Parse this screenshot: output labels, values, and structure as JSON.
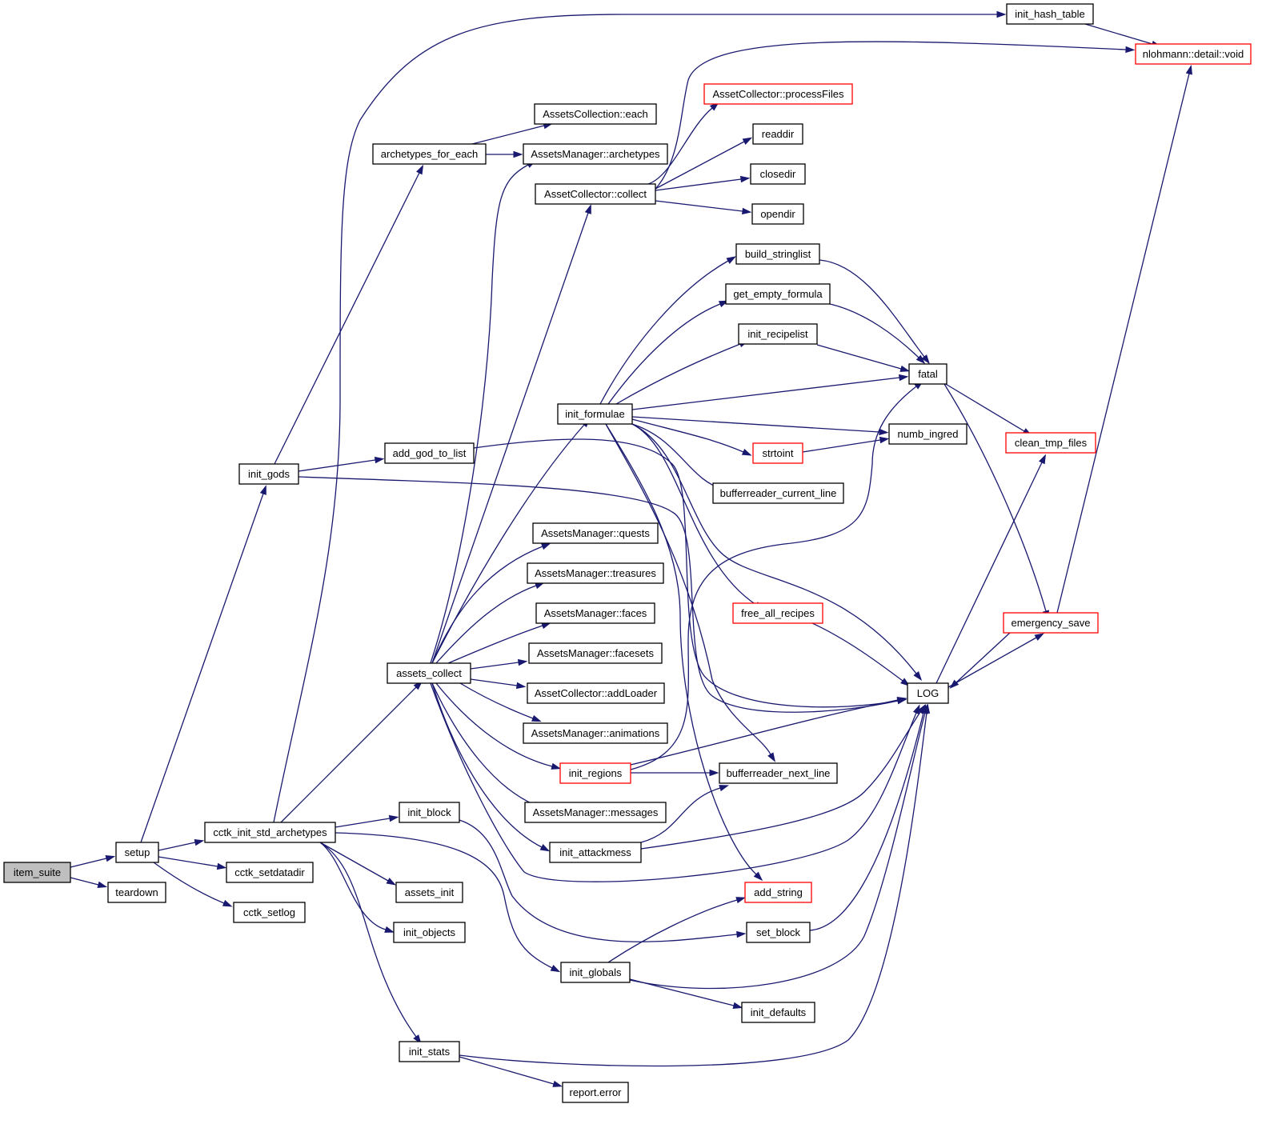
{
  "diagram": {
    "colors": {
      "edge": "#191970",
      "node_border": "#000000",
      "truncated_node_border": "#ff0000",
      "selected_node_fill": "#bfbfbf",
      "node_fill": "#ffffff"
    },
    "nodes": [
      {
        "id": "item_suite",
        "label": "item_suite",
        "selected": true
      },
      {
        "id": "setup",
        "label": "setup"
      },
      {
        "id": "teardown",
        "label": "teardown"
      },
      {
        "id": "cctk_init_std_archetypes",
        "label": "cctk_init_std_archetypes"
      },
      {
        "id": "cctk_setdatadir",
        "label": "cctk_setdatadir"
      },
      {
        "id": "cctk_setlog",
        "label": "cctk_setlog"
      },
      {
        "id": "init_gods",
        "label": "init_gods"
      },
      {
        "id": "archetypes_for_each",
        "label": "archetypes_for_each"
      },
      {
        "id": "add_god_to_list",
        "label": "add_god_to_list"
      },
      {
        "id": "assets_collect",
        "label": "assets_collect"
      },
      {
        "id": "init_block",
        "label": "init_block"
      },
      {
        "id": "assets_init",
        "label": "assets_init"
      },
      {
        "id": "init_objects",
        "label": "init_objects"
      },
      {
        "id": "init_stats",
        "label": "init_stats"
      },
      {
        "id": "AssetsCollection_each",
        "label": "AssetsCollection::each"
      },
      {
        "id": "AssetsManager_archetypes",
        "label": "AssetsManager::archetypes"
      },
      {
        "id": "AssetCollector_collect",
        "label": "AssetCollector::collect"
      },
      {
        "id": "init_formulae",
        "label": "init_formulae"
      },
      {
        "id": "AssetsManager_quests",
        "label": "AssetsManager::quests"
      },
      {
        "id": "AssetsManager_treasures",
        "label": "AssetsManager::treasures"
      },
      {
        "id": "AssetsManager_faces",
        "label": "AssetsManager::faces"
      },
      {
        "id": "AssetsManager_facesets",
        "label": "AssetsManager::facesets"
      },
      {
        "id": "AssetCollector_addLoader",
        "label": "AssetCollector::addLoader"
      },
      {
        "id": "AssetsManager_animations",
        "label": "AssetsManager::animations"
      },
      {
        "id": "init_regions",
        "label": "init_regions",
        "truncated": true
      },
      {
        "id": "AssetsManager_messages",
        "label": "AssetsManager::messages"
      },
      {
        "id": "init_attackmess",
        "label": "init_attackmess"
      },
      {
        "id": "init_globals",
        "label": "init_globals"
      },
      {
        "id": "report_error",
        "label": "report.error"
      },
      {
        "id": "AssetCollector_processFiles",
        "label": "AssetCollector::processFiles",
        "truncated": true
      },
      {
        "id": "readdir",
        "label": "readdir"
      },
      {
        "id": "closedir",
        "label": "closedir"
      },
      {
        "id": "opendir",
        "label": "opendir"
      },
      {
        "id": "build_stringlist",
        "label": "build_stringlist"
      },
      {
        "id": "get_empty_formula",
        "label": "get_empty_formula"
      },
      {
        "id": "init_recipelist",
        "label": "init_recipelist"
      },
      {
        "id": "strtoint",
        "label": "strtoint",
        "truncated": true
      },
      {
        "id": "bufferreader_current_line",
        "label": "bufferreader_current_line"
      },
      {
        "id": "free_all_recipes",
        "label": "free_all_recipes",
        "truncated": true
      },
      {
        "id": "bufferreader_next_line",
        "label": "bufferreader_next_line"
      },
      {
        "id": "add_string",
        "label": "add_string",
        "truncated": true
      },
      {
        "id": "set_block",
        "label": "set_block"
      },
      {
        "id": "init_defaults",
        "label": "init_defaults"
      },
      {
        "id": "init_hash_table",
        "label": "init_hash_table"
      },
      {
        "id": "fatal",
        "label": "fatal"
      },
      {
        "id": "numb_ingred",
        "label": "numb_ingred"
      },
      {
        "id": "LOG",
        "label": "LOG"
      },
      {
        "id": "nlohmann_detail_void",
        "label": "nlohmann::detail::void",
        "truncated": true
      },
      {
        "id": "clean_tmp_files",
        "label": "clean_tmp_files",
        "truncated": true
      },
      {
        "id": "emergency_save",
        "label": "emergency_save",
        "truncated": true
      }
    ],
    "edges": [
      [
        "item_suite",
        "setup"
      ],
      [
        "item_suite",
        "teardown"
      ],
      [
        "setup",
        "init_gods"
      ],
      [
        "setup",
        "cctk_init_std_archetypes"
      ],
      [
        "setup",
        "cctk_setdatadir"
      ],
      [
        "setup",
        "cctk_setlog"
      ],
      [
        "init_gods",
        "archetypes_for_each"
      ],
      [
        "init_gods",
        "add_god_to_list"
      ],
      [
        "init_gods",
        "LOG"
      ],
      [
        "archetypes_for_each",
        "AssetsCollection_each"
      ],
      [
        "archetypes_for_each",
        "AssetsManager_archetypes"
      ],
      [
        "add_god_to_list",
        "LOG"
      ],
      [
        "cctk_init_std_archetypes",
        "init_hash_table"
      ],
      [
        "cctk_init_std_archetypes",
        "assets_collect"
      ],
      [
        "cctk_init_std_archetypes",
        "init_block"
      ],
      [
        "cctk_init_std_archetypes",
        "assets_init"
      ],
      [
        "cctk_init_std_archetypes",
        "init_objects"
      ],
      [
        "cctk_init_std_archetypes",
        "init_stats"
      ],
      [
        "cctk_init_std_archetypes",
        "init_globals"
      ],
      [
        "assets_collect",
        "AssetsManager_archetypes"
      ],
      [
        "assets_collect",
        "AssetCollector_collect"
      ],
      [
        "assets_collect",
        "init_formulae"
      ],
      [
        "assets_collect",
        "AssetsManager_quests"
      ],
      [
        "assets_collect",
        "AssetsManager_treasures"
      ],
      [
        "assets_collect",
        "AssetsManager_faces"
      ],
      [
        "assets_collect",
        "AssetsManager_facesets"
      ],
      [
        "assets_collect",
        "AssetCollector_addLoader"
      ],
      [
        "assets_collect",
        "AssetsManager_animations"
      ],
      [
        "assets_collect",
        "init_regions"
      ],
      [
        "assets_collect",
        "AssetsManager_messages"
      ],
      [
        "assets_collect",
        "init_attackmess"
      ],
      [
        "assets_collect",
        "LOG"
      ],
      [
        "AssetCollector_collect",
        "nlohmann_detail_void"
      ],
      [
        "AssetCollector_collect",
        "AssetCollector_processFiles"
      ],
      [
        "AssetCollector_collect",
        "readdir"
      ],
      [
        "AssetCollector_collect",
        "closedir"
      ],
      [
        "AssetCollector_collect",
        "opendir"
      ],
      [
        "init_formulae",
        "build_stringlist"
      ],
      [
        "init_formulae",
        "get_empty_formula"
      ],
      [
        "init_formulae",
        "init_recipelist"
      ],
      [
        "init_formulae",
        "fatal"
      ],
      [
        "init_formulae",
        "numb_ingred"
      ],
      [
        "init_formulae",
        "strtoint"
      ],
      [
        "init_formulae",
        "bufferreader_current_line"
      ],
      [
        "init_formulae",
        "free_all_recipes"
      ],
      [
        "init_formulae",
        "LOG"
      ],
      [
        "init_formulae",
        "bufferreader_next_line"
      ],
      [
        "init_formulae",
        "add_string"
      ],
      [
        "build_stringlist",
        "fatal"
      ],
      [
        "get_empty_formula",
        "fatal"
      ],
      [
        "init_recipelist",
        "fatal"
      ],
      [
        "strtoint",
        "numb_ingred"
      ],
      [
        "free_all_recipes",
        "LOG"
      ],
      [
        "init_regions",
        "bufferreader_next_line"
      ],
      [
        "init_regions",
        "LOG"
      ],
      [
        "init_regions",
        "fatal"
      ],
      [
        "init_attackmess",
        "bufferreader_next_line"
      ],
      [
        "init_attackmess",
        "LOG"
      ],
      [
        "init_block",
        "set_block"
      ],
      [
        "set_block",
        "LOG"
      ],
      [
        "init_globals",
        "add_string"
      ],
      [
        "init_globals",
        "init_defaults"
      ],
      [
        "init_globals",
        "LOG"
      ],
      [
        "init_stats",
        "LOG"
      ],
      [
        "init_stats",
        "report_error"
      ],
      [
        "init_hash_table",
        "nlohmann_detail_void"
      ],
      [
        "fatal",
        "clean_tmp_files"
      ],
      [
        "fatal",
        "emergency_save"
      ],
      [
        "LOG",
        "clean_tmp_files"
      ],
      [
        "LOG",
        "emergency_save"
      ],
      [
        "emergency_save",
        "LOG"
      ],
      [
        "emergency_save",
        "nlohmann_detail_void"
      ]
    ]
  }
}
